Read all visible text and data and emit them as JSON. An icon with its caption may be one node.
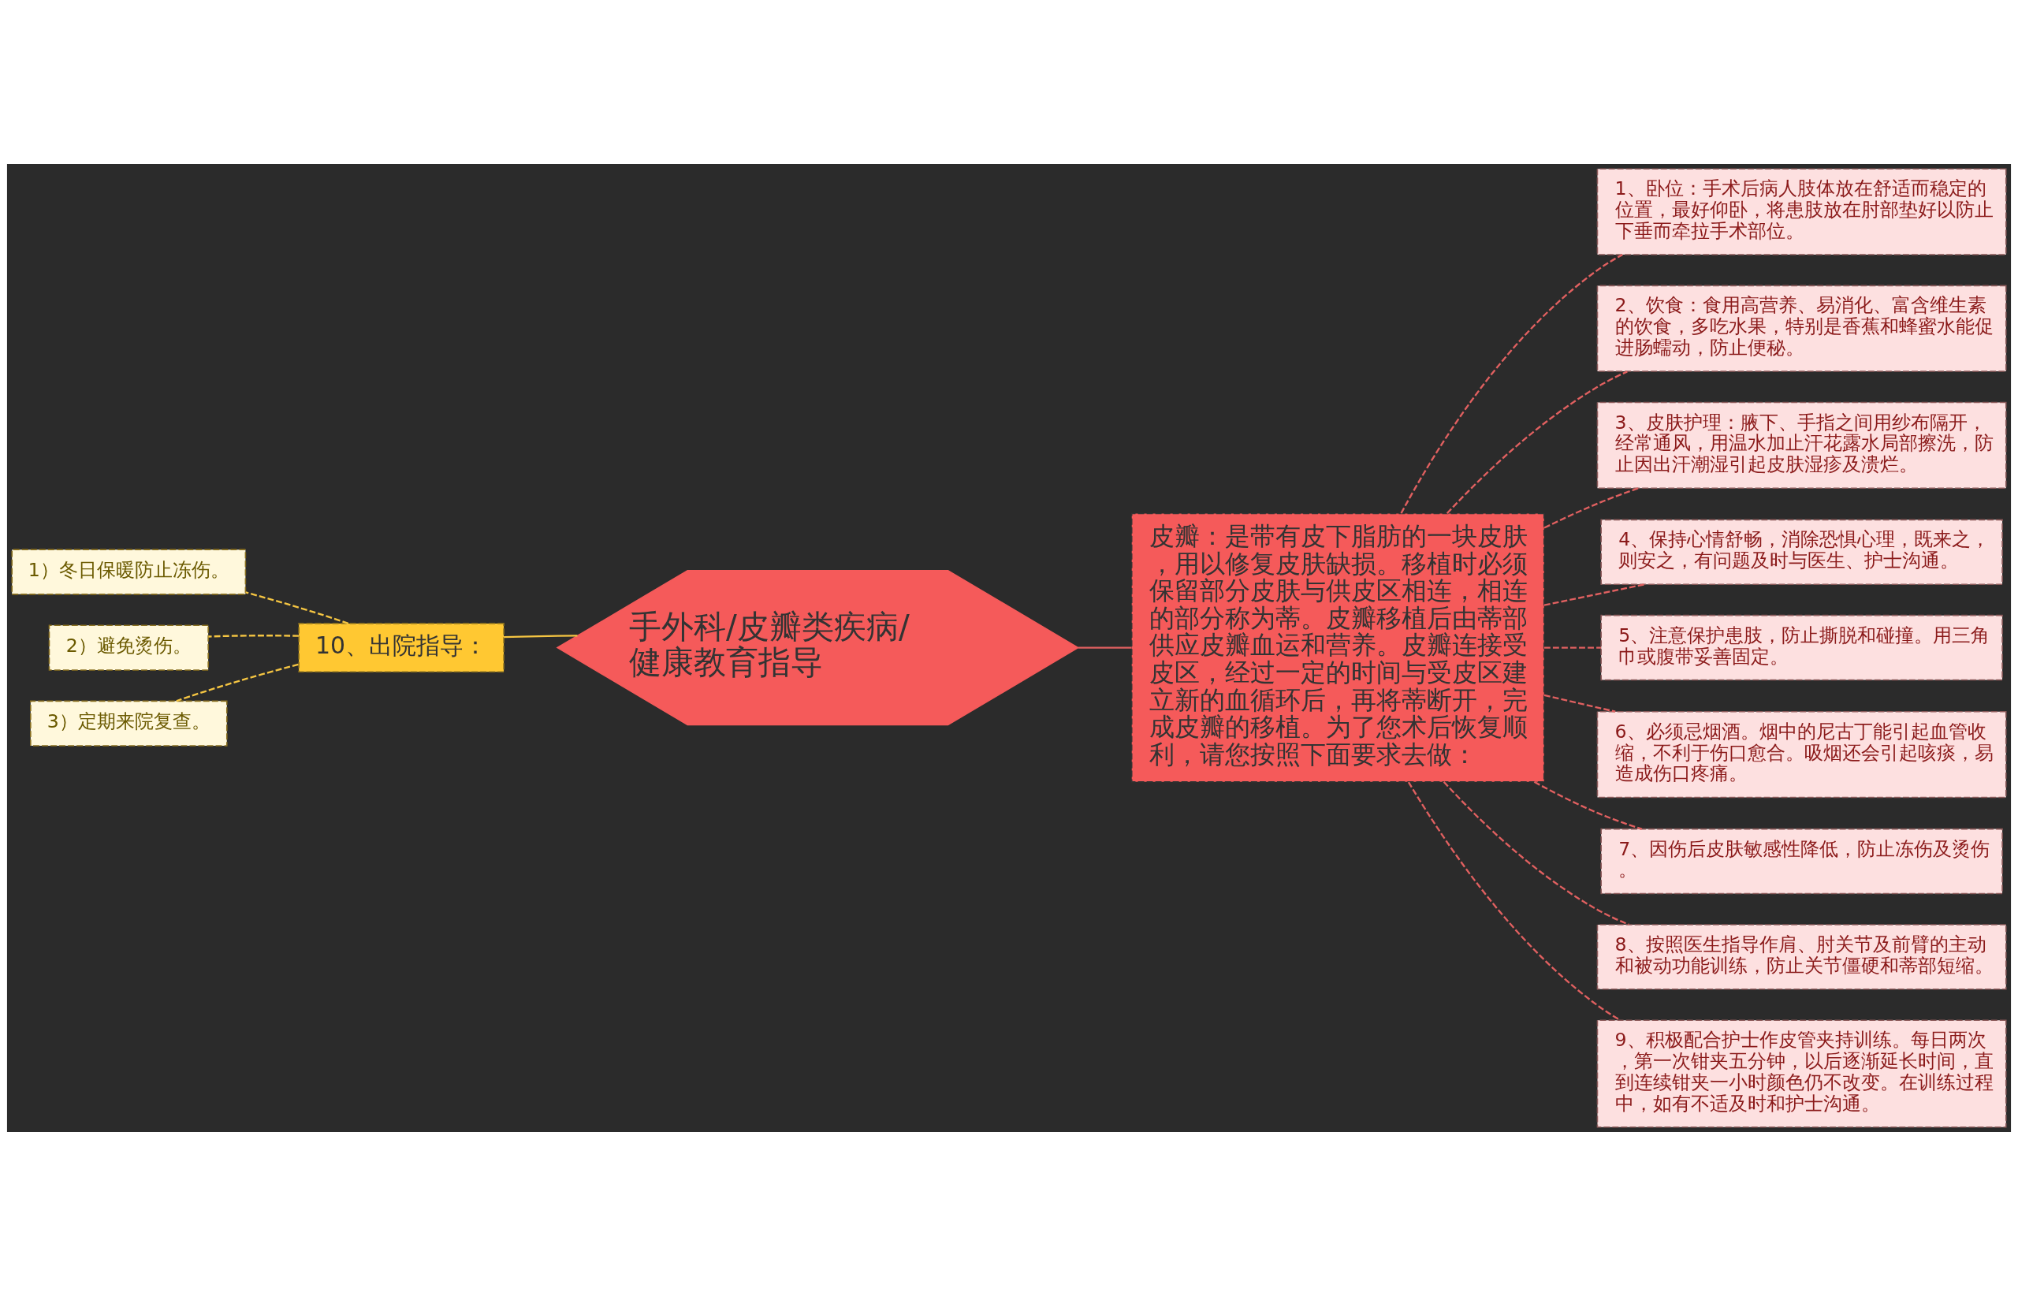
{
  "diagram": {
    "nodes": [
      {
        "text": [
          "手外科/皮瓣类疾病/健康教育指导"
        ]
      },
      {
        "text": [
          "皮瓣：是带有皮下脂肪的一块皮肤，用以修复皮肤缺损。移植时必须保留部分皮肤与供皮区相连，相连的部分称为蒂。皮瓣移植后由蒂部供应皮瓣血运和营养。皮瓣连接受皮区，经过一定的时间与受皮区建立新的血循环后，再将蒂断开，完成皮瓣的移植。为了您术后恢复顺利，请您按照下面要求去做："
        ]
      },
      {
        "text": [
          "1、卧位：手术后病人肢体放在舒适而稳定的位置，最好仰卧，将患肢放在肘部垫好以防止下垂而牵拉手术部位。"
        ]
      },
      {
        "text": [
          "2、饮食：食用高营养、易消化、富含维生素的饮食，多吃水果，特别是香蕉和蜂蜜水能促进肠蠕动，防止便秘。"
        ]
      },
      {
        "text": [
          "3、皮肤护理：腋下、手指之间用纱布隔开，经常通风，用温水加止汗花露水局部擦洗，防止因出汗潮湿引起皮肤湿疹及溃烂。"
        ]
      },
      {
        "text": [
          "4、保持心情舒畅，消除恐惧心理，既来之，则安之，有问题及时与医生、护士沟通。"
        ]
      },
      {
        "text": [
          "5、注意保护患肢，防止撕脱和碰撞。用三角巾或腹带妥善固定。"
        ]
      },
      {
        "text": [
          "6、必须忌烟酒。烟中的尼古丁能引起血管收缩，不利于伤口愈合。吸烟还会引起咳痰，易造成伤口疼痛。"
        ]
      },
      {
        "text": [
          "7、因伤后皮肤敏感性降低，防止冻伤及烫伤。"
        ]
      },
      {
        "text": [
          "8、按照医生指导作肩、肘关节及前臂的主动和被动功能训练，防止关节僵硬和蒂部短缩。"
        ]
      },
      {
        "text": [
          "9、积极配合护士作皮管夹持训练。每日两次，第一次钳夹五分钟，以后逐渐延长时间，直到连续钳夹一小时颜色仍不改变。在训练过程中，如有不适及时和护士沟通。"
        ]
      },
      {
        "text": [
          "10、出院指导："
        ]
      },
      {
        "text": [
          "1）冬日保暖防止冻伤。"
        ]
      },
      {
        "text": [
          "2）避免烫伤。"
        ]
      },
      {
        "text": [
          "3）定期来院复查。"
        ]
      }
    ],
    "edges": [
      {
        "from": 0,
        "to": 1,
        "arrow": "none"
      },
      {
        "from": 1,
        "to": 2,
        "arrow": "none",
        "style": "dashed"
      },
      {
        "from": 1,
        "to": 3,
        "arrow": "none",
        "style": "dashed"
      },
      {
        "from": 1,
        "to": 4,
        "arrow": "none",
        "style": "dashed"
      },
      {
        "from": 1,
        "to": 5,
        "arrow": "none",
        "style": "dashed"
      },
      {
        "from": 1,
        "to": 6,
        "arrow": "none",
        "style": "dashed"
      },
      {
        "from": 1,
        "to": 7,
        "arrow": "none",
        "style": "dashed"
      },
      {
        "from": 1,
        "to": 8,
        "arrow": "none",
        "style": "dashed"
      },
      {
        "from": 1,
        "to": 9,
        "arrow": "none",
        "style": "dashed"
      },
      {
        "from": 1,
        "to": 10,
        "arrow": "none",
        "style": "dashed"
      },
      {
        "from": 0,
        "to": 11,
        "arrow": "none",
        "color": "#f5c542"
      },
      {
        "from": 11,
        "to": 12,
        "arrow": "none",
        "style": "dashed",
        "color": "#f5c542"
      },
      {
        "from": 11,
        "to": 13,
        "arrow": "none",
        "style": "dashed",
        "color": "#f5c542"
      },
      {
        "from": 11,
        "to": 14,
        "arrow": "none",
        "style": "dashed",
        "color": "#f5c542"
      }
    ]
  }
}
